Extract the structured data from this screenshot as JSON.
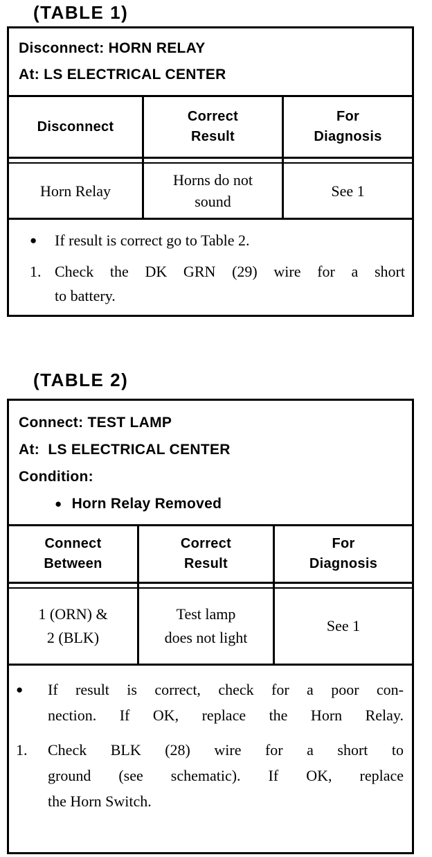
{
  "page": {
    "background": "#ffffff",
    "ink": "#000000"
  },
  "table1": {
    "heading": "(TABLE 1)",
    "info": {
      "line1": "Disconnect: HORN RELAY",
      "line2": "At: LS ELECTRICAL CENTER"
    },
    "columns": {
      "col1": "Disconnect",
      "col2": "Correct\nResult",
      "col3": "For\nDiagnosis"
    },
    "row": {
      "col1": "Horn Relay",
      "col2": "Horns do not\nsound",
      "col3": "See 1"
    },
    "notes": [
      {
        "marker": "●",
        "lines": [
          "If result is correct go to Table 2."
        ]
      },
      {
        "marker": "1.",
        "lines": [
          "Check the DK GRN (29) wire for a short",
          "to battery."
        ]
      }
    ]
  },
  "table2": {
    "heading": "(TABLE 2)",
    "info": {
      "line1": "Connect: TEST LAMP",
      "line2": "At:  LS ELECTRICAL CENTER",
      "line3": "Condition:",
      "bullet": "●",
      "condition": "Horn Relay Removed"
    },
    "columns": {
      "col1": "Connect\nBetween",
      "col2": "Correct\nResult",
      "col3": "For\nDiagnosis"
    },
    "row": {
      "col1": "1 (ORN) &\n2 (BLK)",
      "col2": "Test lamp\ndoes not light",
      "col3": "See 1"
    },
    "notes": [
      {
        "marker": "●",
        "lines": [
          "If result is correct, check for a poor con-",
          "nection. If OK, replace the Horn Relay."
        ]
      },
      {
        "marker": "1.",
        "lines": [
          "Check BLK (28) wire for a short to",
          "ground (see schematic). If OK, replace",
          "the Horn Switch."
        ]
      }
    ]
  }
}
